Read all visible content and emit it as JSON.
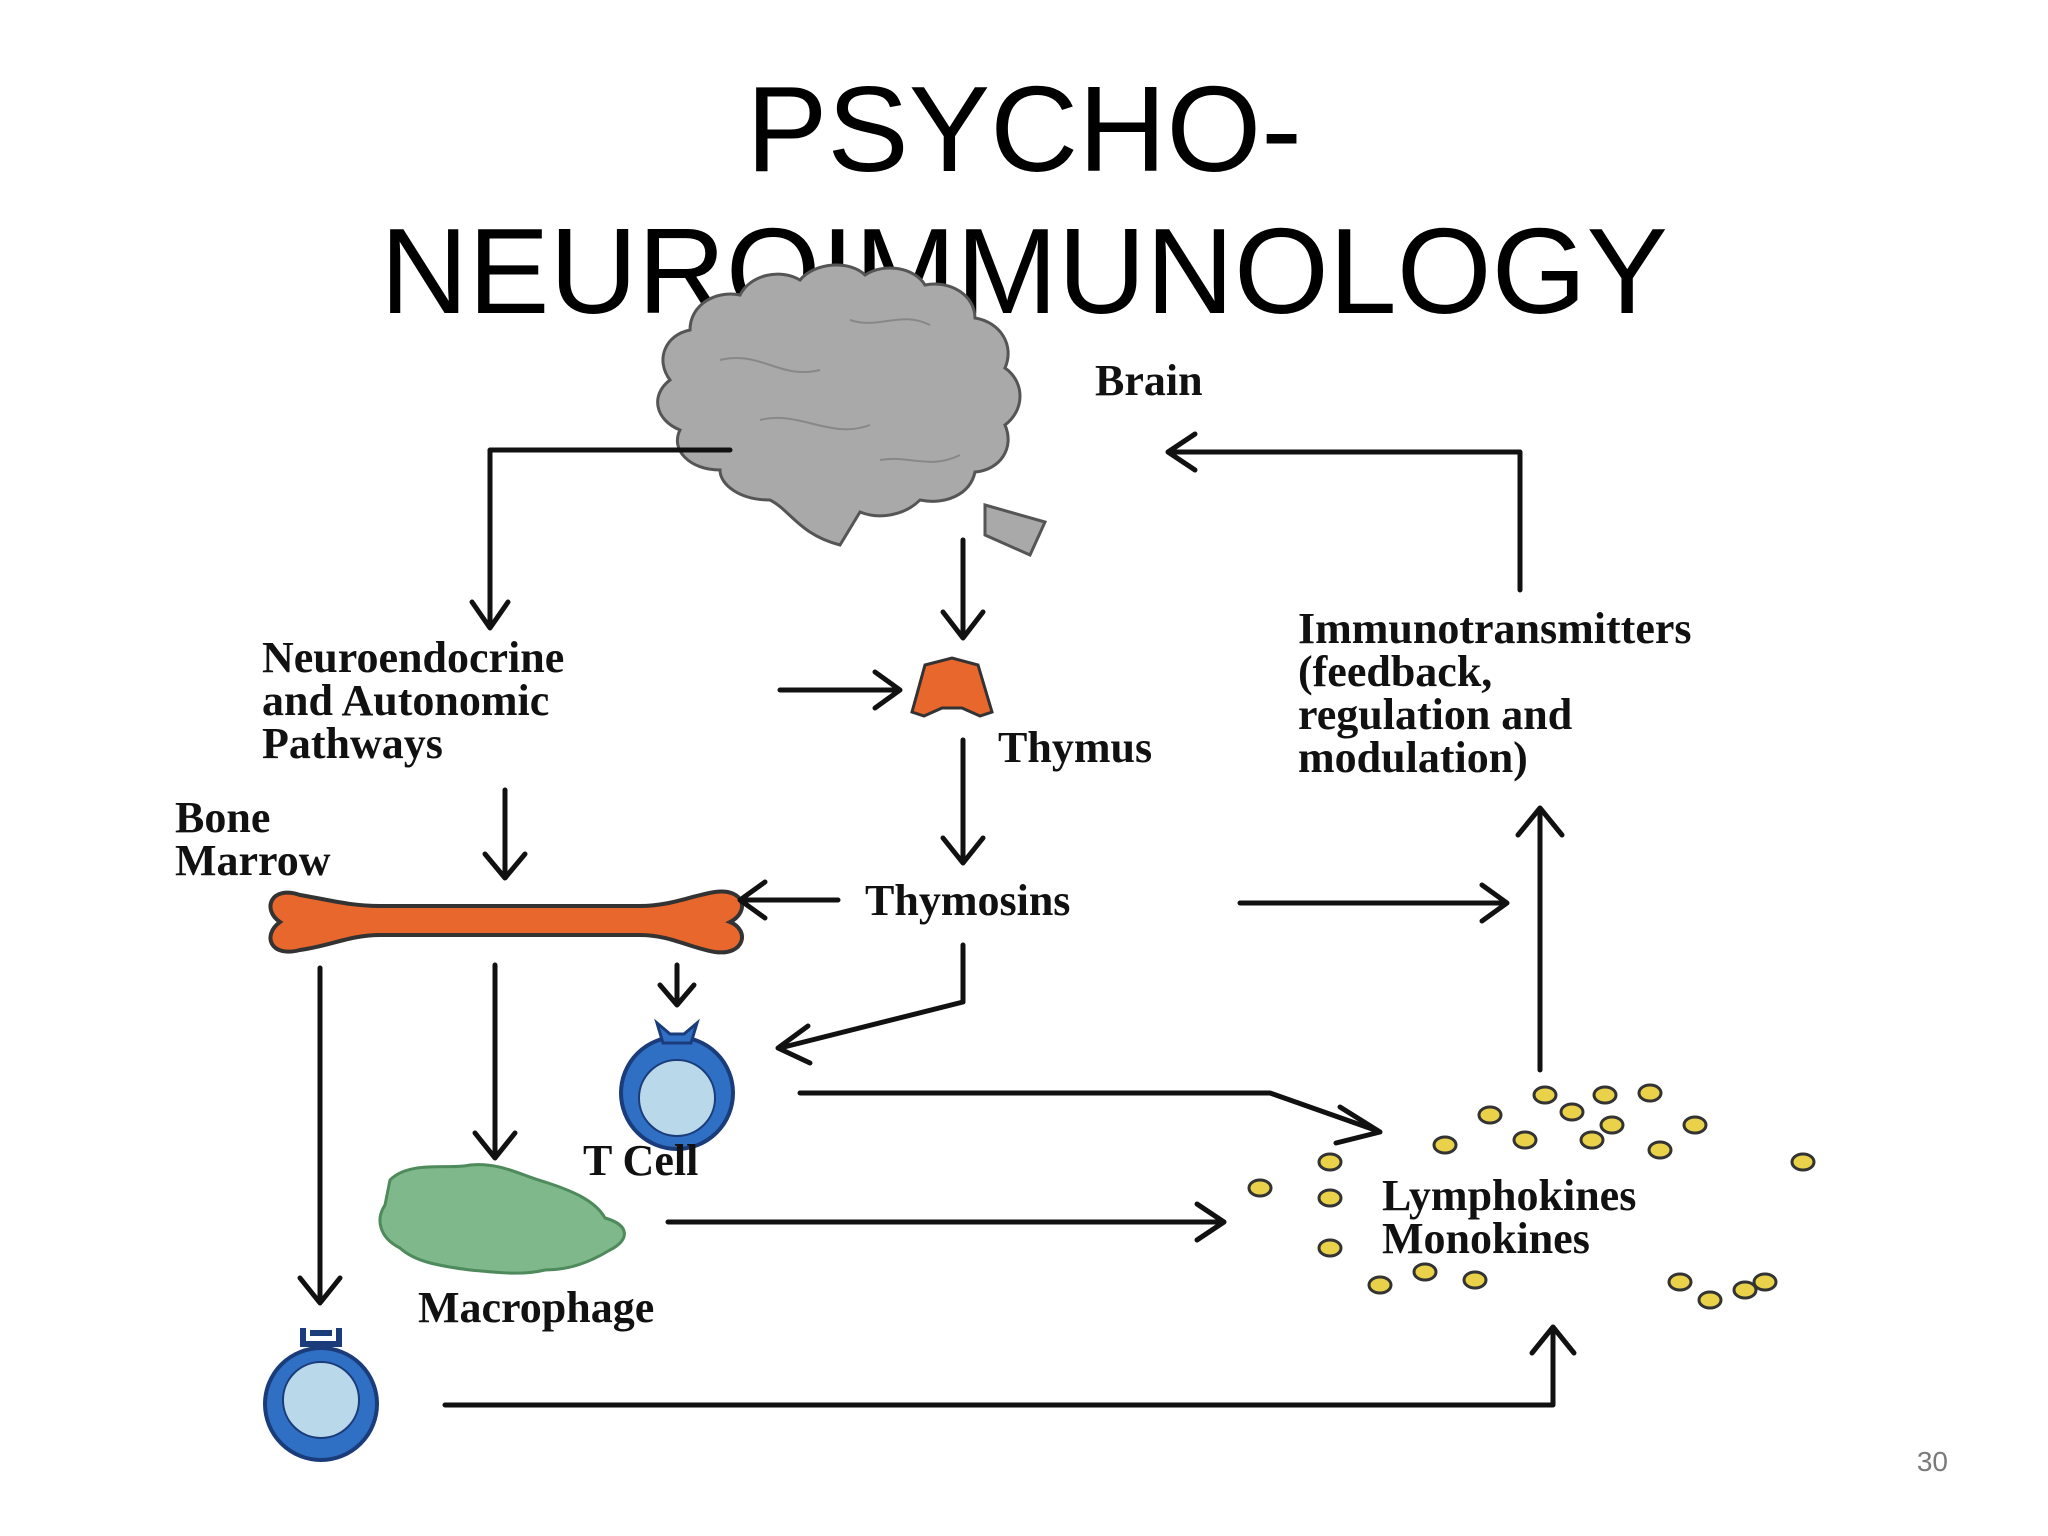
{
  "slide": {
    "title_line1": "PSYCHO-",
    "title_line2": "NEUROIMMUNOLOGY",
    "page_number": "30"
  },
  "diagram": {
    "brain": "Brain",
    "neuro_line1": "Neuroendocrine",
    "neuro_line2": "and Autonomic",
    "neuro_line3": "Pathways",
    "thymus": "Thymus",
    "immuno_line1": "Immunotransmitters",
    "immuno_line2": "(feedback,",
    "immuno_line3": "regulation and",
    "immuno_line4": "modulation)",
    "bone_line1": "Bone",
    "bone_line2": "Marrow",
    "thymosins": "Thymosins",
    "tcell": "T Cell",
    "lymphokines": "Lymphokines",
    "monokines": "Monokines",
    "macrophage": "Macrophage"
  },
  "colors": {
    "brain": "#a9a9a9",
    "thymus": "#e8672c",
    "bone": "#e8672c",
    "macrophage": "#7fb88a",
    "cell_outer": "#2f6fc4",
    "cell_inner": "#b9d9ea",
    "cytokine": "#e9d24a"
  }
}
